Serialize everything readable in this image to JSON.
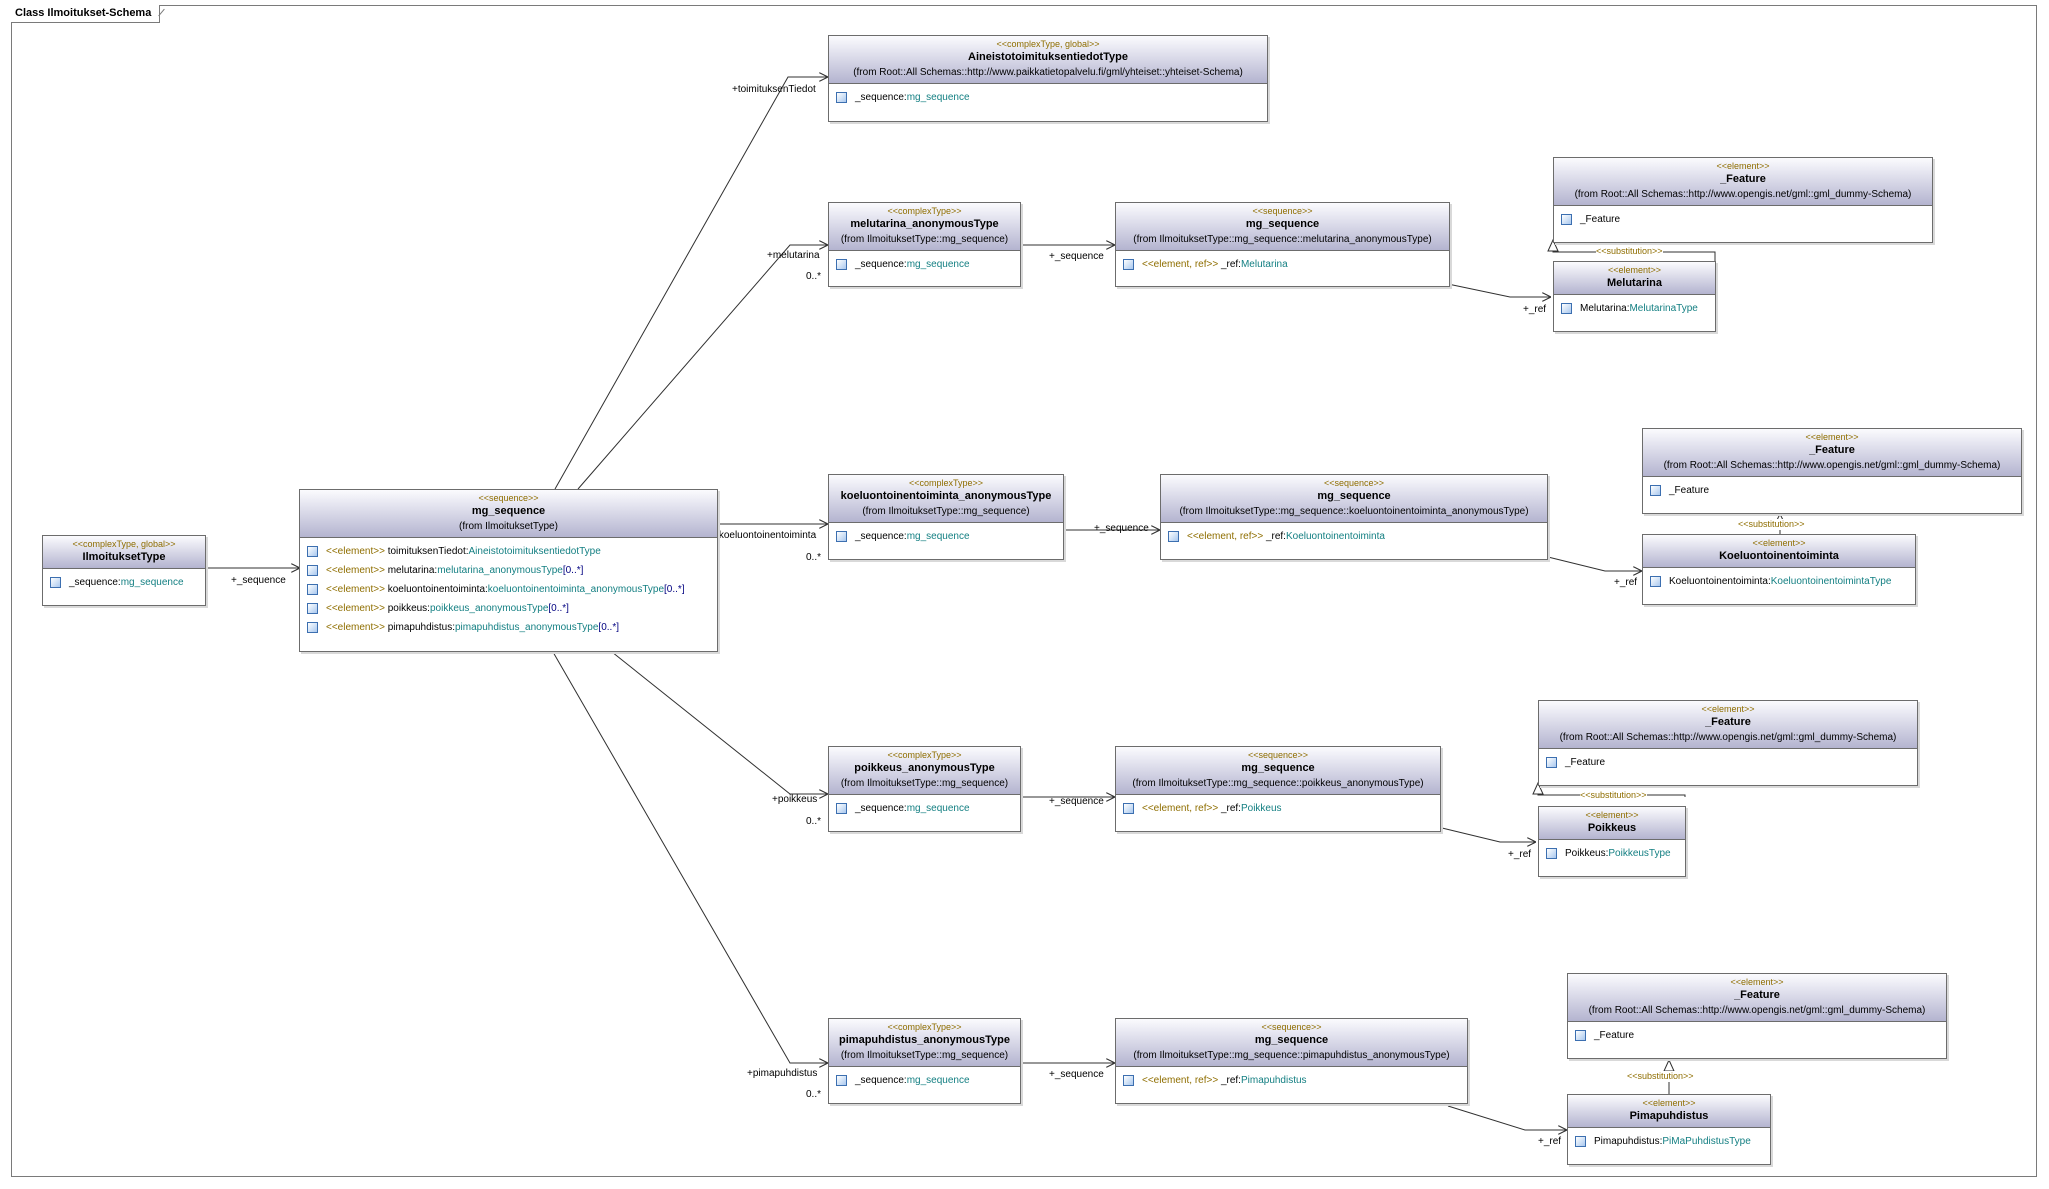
{
  "frame": {
    "title": "Class Ilmoitukset-Schema"
  },
  "boxes": {
    "ilmoitukset_type": {
      "stereotype": "<<complexType, global>>",
      "name": "IlmoituksetType",
      "from": "",
      "attrs": [
        {
          "st": "",
          "name": "_sequence:",
          "type": "mg_sequence",
          "mult": ""
        }
      ]
    },
    "main_sequence": {
      "stereotype": "<<sequence>>",
      "name": "mg_sequence",
      "from": "(from IlmoituksetType)",
      "attrs": [
        {
          "st": "<<element>> ",
          "name": "toimituksenTiedot:",
          "type": "AineistotoimituksentiedotType",
          "mult": ""
        },
        {
          "st": "<<element>> ",
          "name": "melutarina:",
          "type": "melutarina_anonymousType",
          "mult": "[0..*]"
        },
        {
          "st": "<<element>> ",
          "name": "koeluontoinentoiminta:",
          "type": "koeluontoinentoiminta_anonymousType",
          "mult": "[0..*]"
        },
        {
          "st": "<<element>> ",
          "name": "poikkeus:",
          "type": "poikkeus_anonymousType",
          "mult": "[0..*]"
        },
        {
          "st": "<<element>> ",
          "name": "pimapuhdistus:",
          "type": "pimapuhdistus_anonymousType",
          "mult": "[0..*]"
        }
      ]
    },
    "aineisto_type": {
      "stereotype": "<<complexType, global>>",
      "name": "AineistotoimituksentiedotType",
      "from": "(from Root::All Schemas::http://www.paikkatietopalvelu.fi/gml/yhteiset::yhteiset-Schema)",
      "attrs": [
        {
          "st": "",
          "name": "_sequence:",
          "type": "mg_sequence",
          "mult": ""
        }
      ]
    },
    "melutarina_anon": {
      "stereotype": "<<complexType>>",
      "name": "melutarina_anonymousType",
      "from": "(from IlmoituksetType::mg_sequence)",
      "attrs": [
        {
          "st": "",
          "name": "_sequence:",
          "type": "mg_sequence",
          "mult": ""
        }
      ]
    },
    "melutarina_seq": {
      "stereotype": "<<sequence>>",
      "name": "mg_sequence",
      "from": "(from IlmoituksetType::mg_sequence::melutarina_anonymousType)",
      "attrs": [
        {
          "st": "<<element, ref>> ",
          "name": "_ref:",
          "type": "Melutarina",
          "mult": ""
        }
      ]
    },
    "feature_1": {
      "stereotype": "<<element>>",
      "name": "_Feature",
      "from": "(from Root::All Schemas::http://www.opengis.net/gml::gml_dummy-Schema)",
      "attrs": [
        {
          "st": "",
          "name": "_Feature",
          "type": "",
          "mult": ""
        }
      ]
    },
    "melutarina_el": {
      "stereotype": "<<element>>",
      "name": "Melutarina",
      "from": "",
      "attrs": [
        {
          "st": "",
          "name": "Melutarina:",
          "type": "MelutarinaType",
          "mult": ""
        }
      ]
    },
    "koeluonto_anon": {
      "stereotype": "<<complexType>>",
      "name": "koeluontoinentoiminta_anonymousType",
      "from": "(from IlmoituksetType::mg_sequence)",
      "attrs": [
        {
          "st": "",
          "name": "_sequence:",
          "type": "mg_sequence",
          "mult": ""
        }
      ]
    },
    "koeluonto_seq": {
      "stereotype": "<<sequence>>",
      "name": "mg_sequence",
      "from": "(from IlmoituksetType::mg_sequence::koeluontoinentoiminta_anonymousType)",
      "attrs": [
        {
          "st": "<<element, ref>> ",
          "name": "_ref:",
          "type": "Koeluontoinentoiminta",
          "mult": ""
        }
      ]
    },
    "feature_2": {
      "stereotype": "<<element>>",
      "name": "_Feature",
      "from": "(from Root::All Schemas::http://www.opengis.net/gml::gml_dummy-Schema)",
      "attrs": [
        {
          "st": "",
          "name": "_Feature",
          "type": "",
          "mult": ""
        }
      ]
    },
    "koeluonto_el": {
      "stereotype": "<<element>>",
      "name": "Koeluontoinentoiminta",
      "from": "",
      "attrs": [
        {
          "st": "",
          "name": "Koeluontoinentoiminta:",
          "type": "KoeluontoinentoimintaType",
          "mult": ""
        }
      ]
    },
    "poikkeus_anon": {
      "stereotype": "<<complexType>>",
      "name": "poikkeus_anonymousType",
      "from": "(from IlmoituksetType::mg_sequence)",
      "attrs": [
        {
          "st": "",
          "name": "_sequence:",
          "type": "mg_sequence",
          "mult": ""
        }
      ]
    },
    "poikkeus_seq": {
      "stereotype": "<<sequence>>",
      "name": "mg_sequence",
      "from": "(from IlmoituksetType::mg_sequence::poikkeus_anonymousType)",
      "attrs": [
        {
          "st": "<<element, ref>> ",
          "name": "_ref:",
          "type": "Poikkeus",
          "mult": ""
        }
      ]
    },
    "feature_3": {
      "stereotype": "<<element>>",
      "name": "_Feature",
      "from": "(from Root::All Schemas::http://www.opengis.net/gml::gml_dummy-Schema)",
      "attrs": [
        {
          "st": "",
          "name": "_Feature",
          "type": "",
          "mult": ""
        }
      ]
    },
    "poikkeus_el": {
      "stereotype": "<<element>>",
      "name": "Poikkeus",
      "from": "",
      "attrs": [
        {
          "st": "",
          "name": "Poikkeus:",
          "type": "PoikkeusType",
          "mult": ""
        }
      ]
    },
    "pima_anon": {
      "stereotype": "<<complexType>>",
      "name": "pimapuhdistus_anonymousType",
      "from": "(from IlmoituksetType::mg_sequence)",
      "attrs": [
        {
          "st": "",
          "name": "_sequence:",
          "type": "mg_sequence",
          "mult": ""
        }
      ]
    },
    "pima_seq": {
      "stereotype": "<<sequence>>",
      "name": "mg_sequence",
      "from": "(from IlmoituksetType::mg_sequence::pimapuhdistus_anonymousType)",
      "attrs": [
        {
          "st": "<<element, ref>> ",
          "name": "_ref:",
          "type": "Pimapuhdistus",
          "mult": ""
        }
      ]
    },
    "feature_4": {
      "stereotype": "<<element>>",
      "name": "_Feature",
      "from": "(from Root::All Schemas::http://www.opengis.net/gml::gml_dummy-Schema)",
      "attrs": [
        {
          "st": "",
          "name": "_Feature",
          "type": "",
          "mult": ""
        }
      ]
    },
    "pima_el": {
      "stereotype": "<<element>>",
      "name": "Pimapuhdistus",
      "from": "",
      "attrs": [
        {
          "st": "",
          "name": "Pimapuhdistus:",
          "type": "PiMaPuhdistusType",
          "mult": ""
        }
      ]
    }
  },
  "labels": {
    "sequence_main": "+_sequence",
    "toimituksen": "+toimituksenTiedot",
    "melutarina": "+melutarina",
    "melutarina_mult": "0..*",
    "koeluonto": "+koeluontoinentoiminta",
    "koeluonto_mult": "0..*",
    "poikkeus": "+poikkeus",
    "poikkeus_mult": "0..*",
    "pima": "+pimapuhdistus",
    "pima_mult": "0..*",
    "seq_melutarina": "+_sequence",
    "seq_koeluonto": "+_sequence",
    "seq_poikkeus": "+_sequence",
    "seq_pima": "+_sequence",
    "ref_melutarina": "+_ref",
    "ref_koeluonto": "+_ref",
    "ref_poikkeus": "+_ref",
    "ref_pima": "+_ref",
    "subst_1": "<<substitution>>",
    "subst_2": "<<substitution>>",
    "subst_3": "<<substitution>>",
    "subst_4": "<<substitution>>"
  }
}
